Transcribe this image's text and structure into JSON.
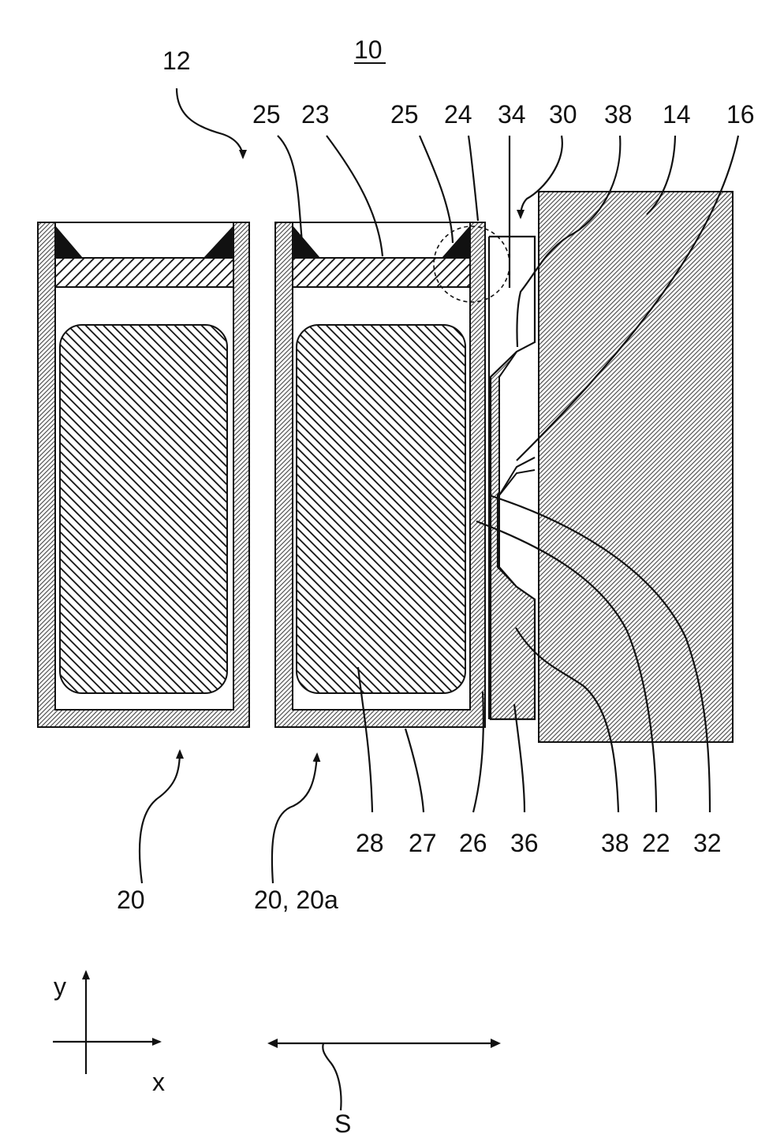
{
  "figure_number": "10",
  "labels": {
    "l12": "12",
    "l25a": "25",
    "l23": "23",
    "l25b": "25",
    "l24": "24",
    "l34": "34",
    "l30": "30",
    "l38a": "38",
    "l14": "14",
    "l16": "16",
    "l28": "28",
    "l27": "27",
    "l26": "26",
    "l36": "36",
    "l38b": "38",
    "l22": "22",
    "l32": "32",
    "l20": "20",
    "l20a": "20, 20a",
    "axis_y": "y",
    "axis_x": "x",
    "dir_s": "S"
  },
  "colors": {
    "ink": "#111111",
    "hatch_fill": "#555555",
    "background": "#ffffff"
  }
}
